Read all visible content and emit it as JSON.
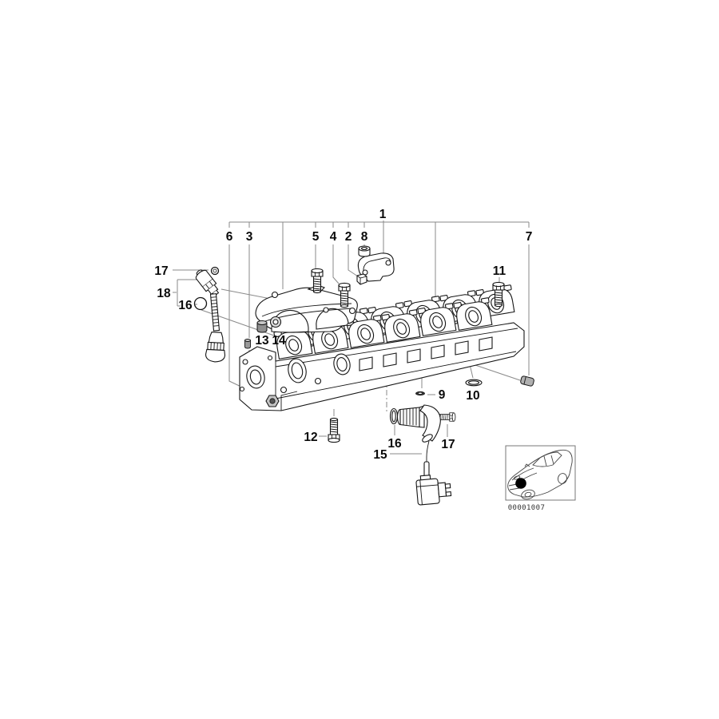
{
  "diagram": {
    "title": "cylinder-head-parts-diagram",
    "callouts": {
      "n1": "1",
      "n2": "2",
      "n3": "3",
      "n4": "4",
      "n5": "5",
      "n6": "6",
      "n7": "7",
      "n8": "8",
      "n9": "9",
      "n10": "10",
      "n11": "11",
      "n12": "12",
      "n13": "13",
      "n14": "14",
      "n15": "15",
      "n16_top": "16",
      "n16_bottom": "16",
      "n17_top": "17",
      "n17_bottom": "17",
      "n18": "18"
    },
    "inset": {
      "code": "00001007"
    },
    "colors": {
      "line": "#161616",
      "leader": "#8a8a8a",
      "background": "#ffffff"
    }
  }
}
